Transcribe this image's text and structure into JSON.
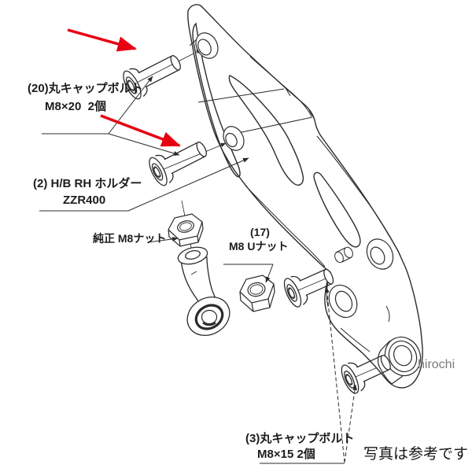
{
  "image": {
    "kind": "technical parts diagram (motorcycle step bracket)",
    "background": "#ffffff",
    "line_color": "#2b2b2b",
    "accent_red": "#e60012",
    "watermark_color": "#7b7b7b"
  },
  "labels": {
    "bolt20_line1": "(20)丸キャップボルト",
    "bolt20_line2": "M8×20  2個",
    "holder_line1": "(2) H/B RH ホルダー",
    "holder_line2": "ZZR400",
    "stock_nut": "純正 M8ナット",
    "unut_line1": "(17)",
    "unut_line2": "M8 Uナット",
    "bolt3_line1": "(3)丸キャップボルト",
    "bolt3_line2": "M8×15 2個",
    "watermark": "hirochi",
    "note": "写真は参考です"
  }
}
